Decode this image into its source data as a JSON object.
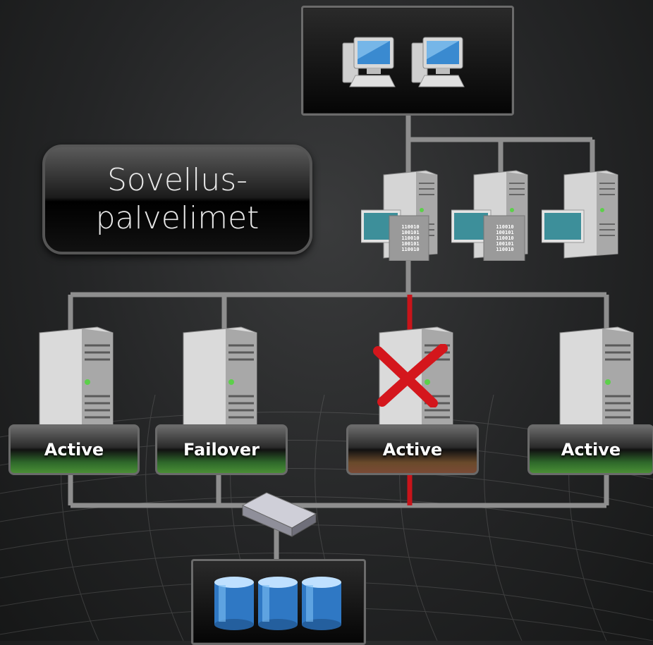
{
  "title": {
    "line1": "Sovellus-",
    "line2": "palvelimet"
  },
  "nodes": [
    {
      "label": "Active",
      "state": "ok"
    },
    {
      "label": "Failover",
      "state": "ok"
    },
    {
      "label": "Active",
      "state": "failed"
    },
    {
      "label": "Active",
      "state": "ok"
    }
  ],
  "binary_text": [
    "110010",
    "100101",
    "110010",
    "100101",
    "110010"
  ],
  "colors": {
    "failed_link": "#c8141a",
    "ok_status": "#4a8f35",
    "wire": "#8e8e8e"
  }
}
